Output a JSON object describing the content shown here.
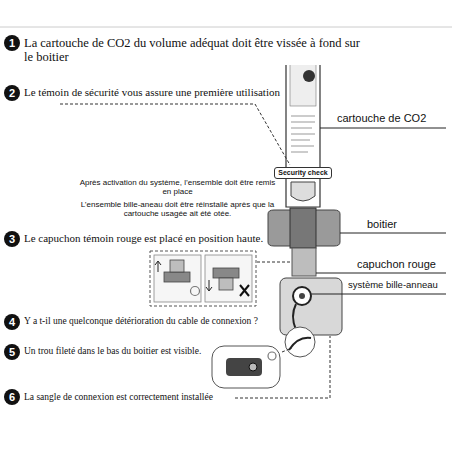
{
  "diagram": {
    "nodes": [
      {
        "text": [
          "1"
        ]
      },
      {
        "text": [
          "2"
        ]
      },
      {
        "text": [
          "Security check"
        ]
      },
      {
        "text": [
          "3"
        ]
      },
      {
        "text": [
          "4"
        ]
      },
      {
        "text": [
          "5"
        ]
      },
      {
        "text": [
          "6"
        ]
      }
    ],
    "labels": [
      "La cartouche de CO2 du volume adéquat doit être vissée à fond sur le boitier",
      "Le témoin de sécurité vous assure une première utilisation",
      "cartouche de CO2",
      "Après activation du système, l’ensemble doit être remis en place",
      "L’ensemble bille-aneau doit être réinstallé après que la cartouche usagée ait été otée.",
      "boitier",
      "Le capuchon témoin rouge est placé en position haute.",
      "capuchon rouge",
      "système bille-anneau",
      "Y a t-il une quelconque détérioration du cable de connexion ?",
      "Un trou fileté dans le bas du boitier est visible.",
      "La sangle de connexion est correctement installée"
    ]
  }
}
